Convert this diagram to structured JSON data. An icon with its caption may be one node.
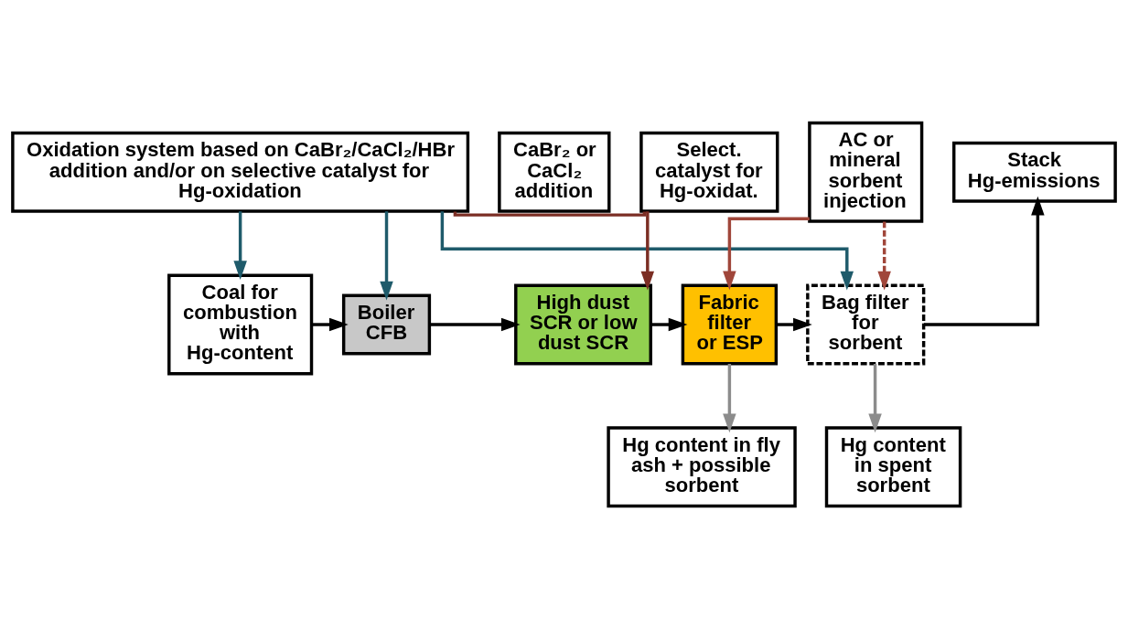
{
  "diagram": {
    "nodes": [
      {
        "text": [
          "Oxidation system based on CaBr₂/CaCl₂/HBr addition and/or on selective catalyst for Hg-oxidation"
        ]
      },
      {
        "text": [
          "CaBr₂ or CaCl₂ addition"
        ]
      },
      {
        "text": [
          "Select. catalyst for Hg-oxidat."
        ]
      },
      {
        "text": [
          "AC or mineral sorbent injection"
        ]
      },
      {
        "text": [
          "Stack Hg-emissions"
        ]
      },
      {
        "text": [
          "Coal for combustion with Hg-content"
        ]
      },
      {
        "text": [
          "Boiler CFB"
        ]
      },
      {
        "text": [
          "High dust SCR or low dust SCR"
        ]
      },
      {
        "text": [
          "Fabric filter or ESP"
        ]
      },
      {
        "text": [
          "Bag filter for sorbent"
        ]
      },
      {
        "text": [
          "Hg content in fly ash + possible sorbent"
        ]
      },
      {
        "text": [
          "Hg content in spent sorbent"
        ]
      }
    ],
    "edges": [
      {
        "from": 5,
        "to": 6,
        "arrow": "to"
      },
      {
        "from": 6,
        "to": 7,
        "arrow": "to"
      },
      {
        "from": 7,
        "to": 8,
        "arrow": "to"
      },
      {
        "from": 8,
        "to": 9,
        "arrow": "to"
      },
      {
        "from": 9,
        "to": 4,
        "arrow": "to"
      },
      {
        "from": 0,
        "to": 5,
        "arrow": "to",
        "color": "#1f5b6b"
      },
      {
        "from": 0,
        "to": 6,
        "arrow": "to",
        "color": "#1f5b6b"
      },
      {
        "from": 0,
        "to": 9,
        "arrow": "to",
        "color": "#1f5b6b"
      },
      {
        "from": 0,
        "to": 2,
        "arrow": "none",
        "color": "#7b2e24"
      },
      {
        "from": 2,
        "to": 7,
        "arrow": "to",
        "color": "#7b2e24"
      },
      {
        "from": 3,
        "to": 8,
        "arrow": "to",
        "color": "#a0463a"
      },
      {
        "from": 3,
        "to": 9,
        "arrow": "to",
        "style": "dashed",
        "color": "#a0463a"
      },
      {
        "from": 8,
        "to": 10,
        "arrow": "to",
        "color": "#8c8c8c"
      },
      {
        "from": 9,
        "to": 11,
        "arrow": "to",
        "color": "#8c8c8c"
      }
    ]
  }
}
